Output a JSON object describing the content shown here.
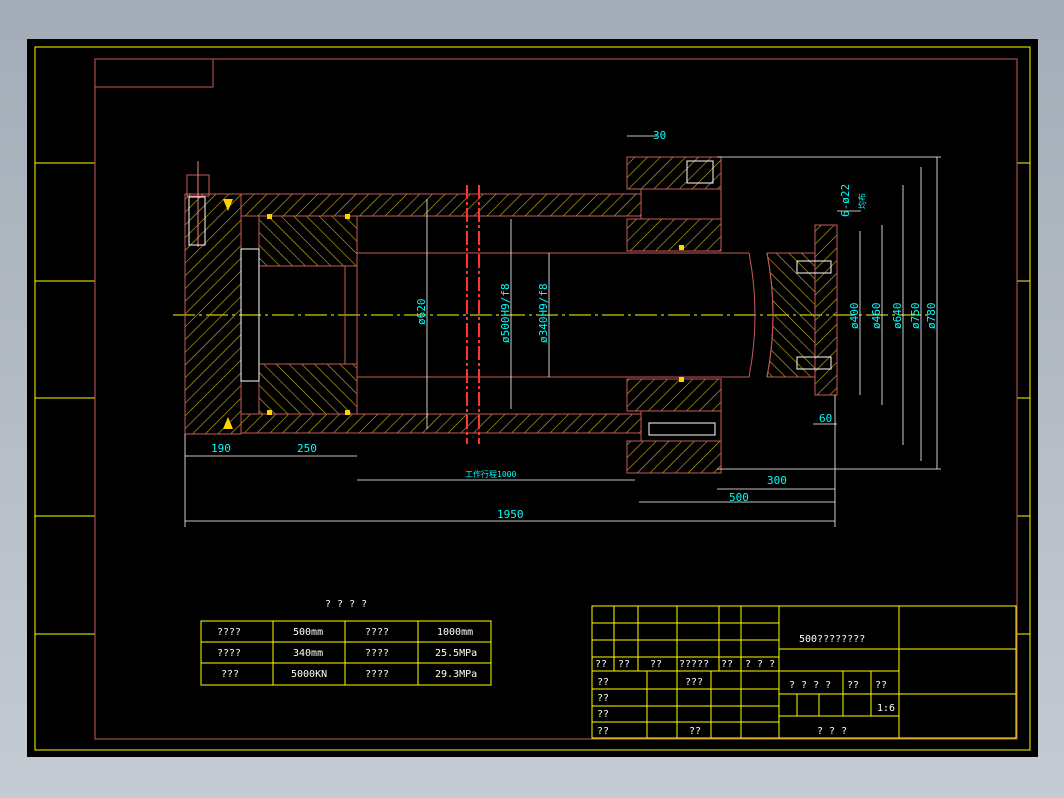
{
  "drawing": {
    "title": "500????????",
    "scale": "1:6",
    "drawing_label": "? ? ?",
    "sheet_label": "? ? ? ?",
    "weight_label": "??",
    "scale_label": "??"
  },
  "dimensions": {
    "top_offset": "30",
    "bolt_holes": "6-ø22",
    "bolt_holes_note": "均布",
    "d_outer_body": "ø620",
    "d_bore": "ø500H9/f8",
    "d_rod": "ø340H9/f8",
    "d_400": "ø400",
    "d_460": "ø460",
    "d_640": "ø640",
    "d_750": "ø750",
    "d_780": "ø780",
    "len_190": "190",
    "len_250": "250",
    "stroke": "工作行程1000",
    "len_300": "300",
    "len_500": "500",
    "len_60": "60",
    "len_1950": "1950"
  },
  "param_table": {
    "title": "? ? ? ?",
    "rows": [
      [
        "????",
        "500mm",
        "????",
        "1000mm"
      ],
      [
        "????",
        "340mm",
        "????",
        "25.5MPa"
      ],
      [
        "???",
        "5000KN",
        "????",
        "29.3MPa"
      ]
    ]
  },
  "title_block": {
    "header_row": [
      "??",
      "??",
      "??",
      "?????",
      "??",
      "? ? ?"
    ],
    "label_a": "???",
    "labels_left": [
      "??",
      "??",
      "??",
      "??"
    ],
    "label_bottom": "??"
  },
  "colors": {
    "frame": "#ffff00",
    "border": "#c85a5a",
    "hatch": "#d4b418",
    "dimension": "#00ffff",
    "centerline": "#ffff00",
    "cutting_plane": "#ff3333",
    "background": "#000000"
  }
}
